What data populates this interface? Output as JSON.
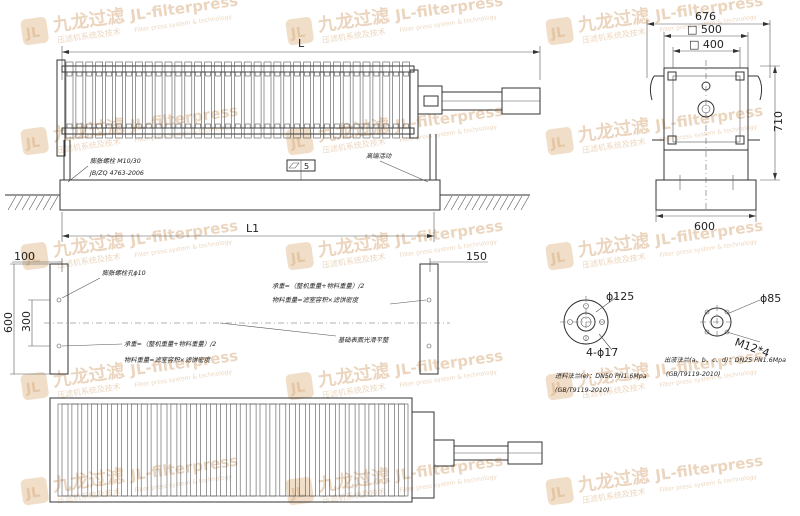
{
  "dimensions": {
    "L": "L",
    "L1": "L1",
    "width_676": "676",
    "sq500": "□ 500",
    "sq400": "□ 400",
    "height_710": "710",
    "width_600": "600",
    "d100": "100",
    "d150": "150",
    "d600": "600",
    "d300": "300",
    "phi125": "ϕ125",
    "holes4": "4-ϕ17",
    "phi85": "ϕ85",
    "m12": "M12*4",
    "flat5": "5"
  },
  "notes": {
    "anchor_bolt": "膨胀螺栓 M10/30",
    "anchor_std": "JB/ZQ 4763-2006",
    "high_end_move": "高端活动",
    "anchor_hole": "膨胀螺栓孔ϕ10",
    "load_top": "承重=（整机重量+物料重量）/2",
    "material_weight_top": "物料重量=滤室容积×滤饼密度",
    "load_bottom": "承重=（整机重量+物料重量）/2",
    "material_weight_bottom": "物料重量=滤室容积×滤饼密度",
    "foundation": "基础表面光滑平整",
    "inlet_flange": "进料法兰(e)：DN50 PN1.6Mpa",
    "inlet_std": "(GB/T9119-2010)",
    "outlet_flange": "出液法兰(a、b、c、d)：DN25 PN1.6Mpa",
    "outlet_std": "(GB/T9119-2010)"
  },
  "watermark": {
    "brand_cn": "九龙过滤",
    "brand_en": "JL-filterpress",
    "sub_cn": "压滤机系统及技术",
    "sub_en": "Filter press system & technology",
    "logo_text": "JL",
    "color": "#dcb48a"
  }
}
